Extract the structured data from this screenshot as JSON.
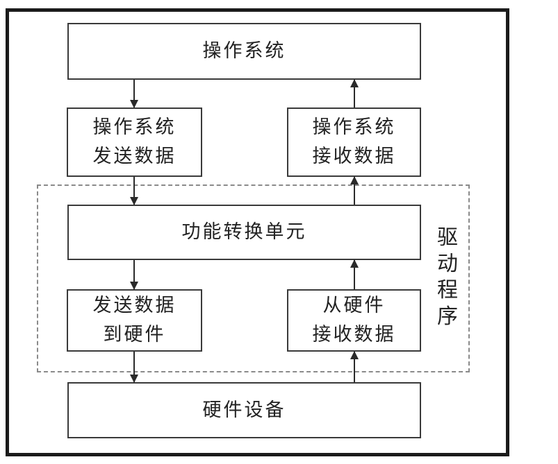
{
  "diagram": {
    "nodes": {
      "os": {
        "label": "操作系统"
      },
      "os_send": {
        "line1": "操作系统",
        "line2": "发送数据"
      },
      "os_receive": {
        "line1": "操作系统",
        "line2": "接收数据"
      },
      "converter": {
        "label": "功能转换单元"
      },
      "send_to_hw": {
        "line1": "发送数据",
        "line2": "到硬件"
      },
      "recv_from_hw": {
        "line1": "从硬件",
        "line2": "接收数据"
      },
      "hardware": {
        "label": "硬件设备"
      }
    },
    "driver_label": {
      "text": "驱动程序",
      "chars": [
        "驱",
        "动",
        "程",
        "序"
      ]
    },
    "colors": {
      "background": "#ffffff",
      "outer_frame": "#1b1b1b",
      "box_border": "#3a3a3a",
      "dashed_border": "#8a8a8a",
      "arrow": "#2a2a2a",
      "text": "#222222"
    }
  }
}
